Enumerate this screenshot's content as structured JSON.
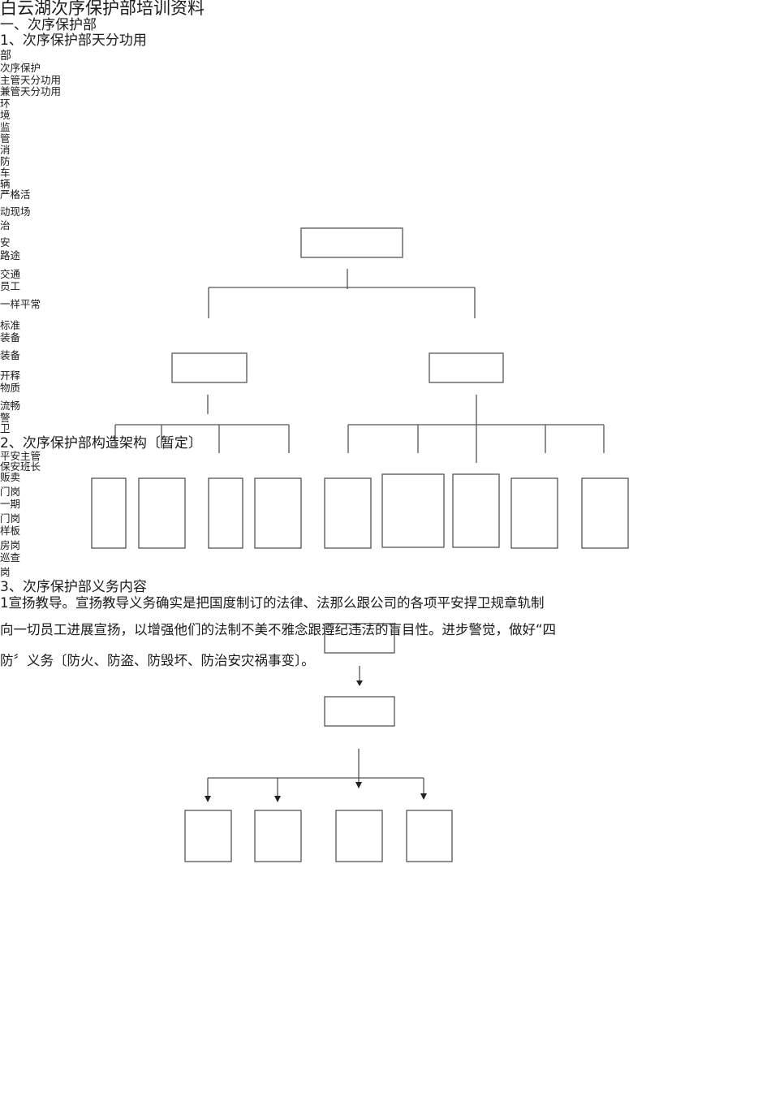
{
  "doc": {
    "title": "白云湖次序保护部培训资料",
    "section1": "一、次序保护部",
    "heading_1_1": "1、次序保护部天分功用",
    "lines_a": [
      "部",
      "次序保护",
      "主管天分功用",
      "兼管天分功用",
      "环",
      "境",
      "监",
      "管",
      "消",
      "防",
      "车",
      "辆",
      "严格活"
    ],
    "lines_b": [
      "动现场",
      "治",
      "安",
      "路途",
      "交通",
      "员工",
      "一样平常",
      "标准",
      "装备",
      "装备",
      "开释",
      "物质",
      "流畅",
      "警",
      "卫"
    ],
    "heading_1_2": "2、次序保护部构造架构〔暂定〕",
    "lines_c": [
      "平安主管",
      "保安班长",
      "贩卖",
      "门岗",
      "一期",
      "门岗",
      "样板",
      "房岗",
      "巡查",
      "岗"
    ],
    "heading_1_3": "3、次序保护部义务内容",
    "paragraph": [
      "1宣扬教导。宣扬教导义务确实是把国度制订的法律、法那么跟公司的各项平安捍卫规章轨制",
      "向一切员工进展宣扬，以增强他们的法制不美不雅念跟遵纪违法的盲目性。进步警觉，做好“四",
      "防〞义务〔防火、防盗、防毁坏、防治安灾祸事变〕。"
    ]
  }
}
